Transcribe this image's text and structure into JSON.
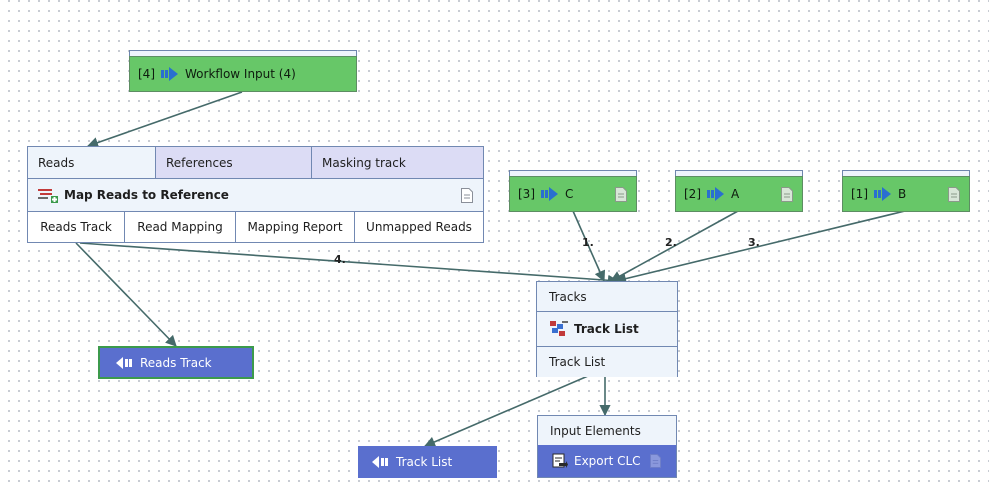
{
  "workflow_input": {
    "index": "[4]",
    "label": "Workflow Input (4)"
  },
  "inputs": [
    {
      "index": "[3]",
      "label": "C"
    },
    {
      "index": "[2]",
      "label": "A"
    },
    {
      "index": "[1]",
      "label": "B"
    }
  ],
  "map_reads": {
    "inputs": [
      "Reads",
      "References",
      "Masking track"
    ],
    "title": "Map Reads to Reference",
    "outputs": [
      "Reads Track",
      "Read Mapping",
      "Mapping Report",
      "Unmapped Reads"
    ]
  },
  "track_list_node": {
    "input": "Tracks",
    "title": "Track List",
    "output": "Track List"
  },
  "reads_track_output": {
    "label": "Reads Track"
  },
  "track_list_output": {
    "label": "Track List"
  },
  "export_node": {
    "input": "Input Elements",
    "label": "Export CLC"
  },
  "edge_labels": [
    "1.",
    "2.",
    "3.",
    "4."
  ],
  "colors": {
    "input_green": "#67c768",
    "output_blue": "#5a6fce",
    "edge": "#456a6a"
  }
}
